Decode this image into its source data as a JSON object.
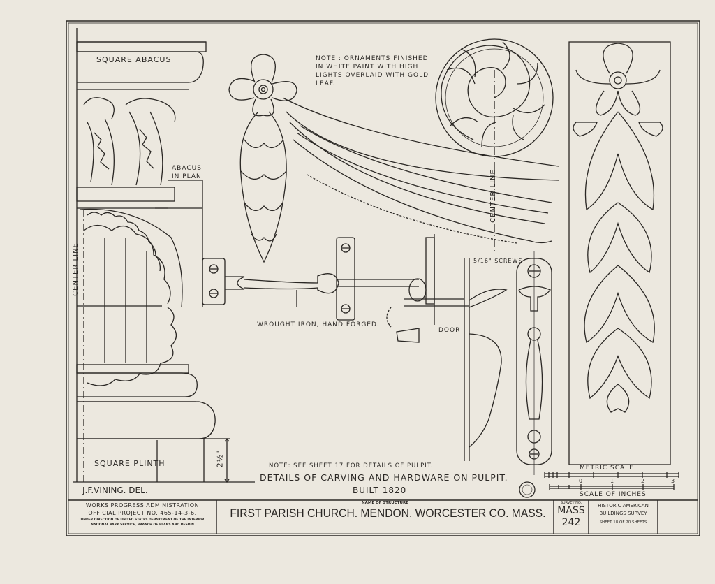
{
  "labels": {
    "square_abacus": "SQUARE ABACUS",
    "abacus_in_plan_1": "ABACUS",
    "abacus_in_plan_2": "IN PLAN",
    "center_line_left": "CENTER LINE",
    "center_line_right": "CENTER LINE",
    "square_plinth": "SQUARE PLINTH",
    "plinth_dimension": "2½\"",
    "note_ornaments": [
      "NOTE : ORNAMENTS FINISHED",
      "IN WHITE PAINT WITH HIGH",
      "LIGHTS OVERLAID WITH GOLD",
      "LEAF."
    ],
    "wrought_iron": "WROUGHT IRON, HAND FORGED.",
    "screws": "5/16\" SCREWS",
    "door": "DOOR",
    "note_pulpit": "NOTE: SEE SHEET 17 FOR DETAILS OF PULPIT.",
    "drawing_title": "DETAILS OF CARVING AND HARDWARE ON PULPIT.",
    "built": "BUILT 1820",
    "delineator": "J.F.VINING. DEL."
  },
  "scales": {
    "metric_label": "METRIC SCALE",
    "inches_label": "SCALE OF INCHES",
    "inch_ticks": [
      "0",
      "1",
      "2",
      "3"
    ]
  },
  "title_block": {
    "wpa_line1": "WORKS PROGRESS ADMINISTRATION",
    "wpa_line2": "OFFICIAL PROJECT NO. 465-14-3-6.",
    "wpa_line3": "UNDER DIRECTION OF UNITED STATES DEPARTMENT OF THE INTERIOR",
    "wpa_line4": "NATIONAL PARK SERVICE, BRANCH OF PLANS AND DESIGN",
    "name_caption": "NAME OF STRUCTURE",
    "structure_name": "FIRST PARISH CHURCH. MENDON. WORCESTER CO. MASS.",
    "survey_caption": "SURVEY NO.",
    "survey_state": "MASS",
    "survey_number": "242",
    "habs_line1": "HISTORIC AMERICAN",
    "habs_line2": "BUILDINGS SURVEY",
    "sheet_info": "SHEET 18 OF 20 SHEETS"
  }
}
